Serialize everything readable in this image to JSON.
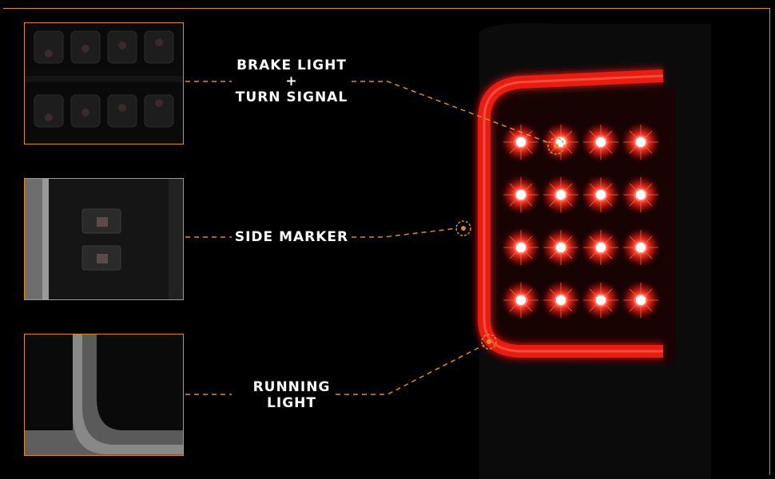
{
  "colors": {
    "accent": "#e08a22",
    "led": "#ff2a1e",
    "housing": "#111111"
  },
  "callouts": {
    "brake_turn": {
      "line1": "BRAKE LIGHT",
      "line2": "+",
      "line3": "TURN SIGNAL"
    },
    "side_marker": {
      "line1": "SIDE MARKER"
    },
    "running": {
      "line1": "RUNNING",
      "line2": "LIGHT"
    }
  },
  "icons": [
    "brake-led-thumbnail",
    "side-marker-thumbnail",
    "running-light-thumbnail",
    "tail-lamp-image"
  ]
}
